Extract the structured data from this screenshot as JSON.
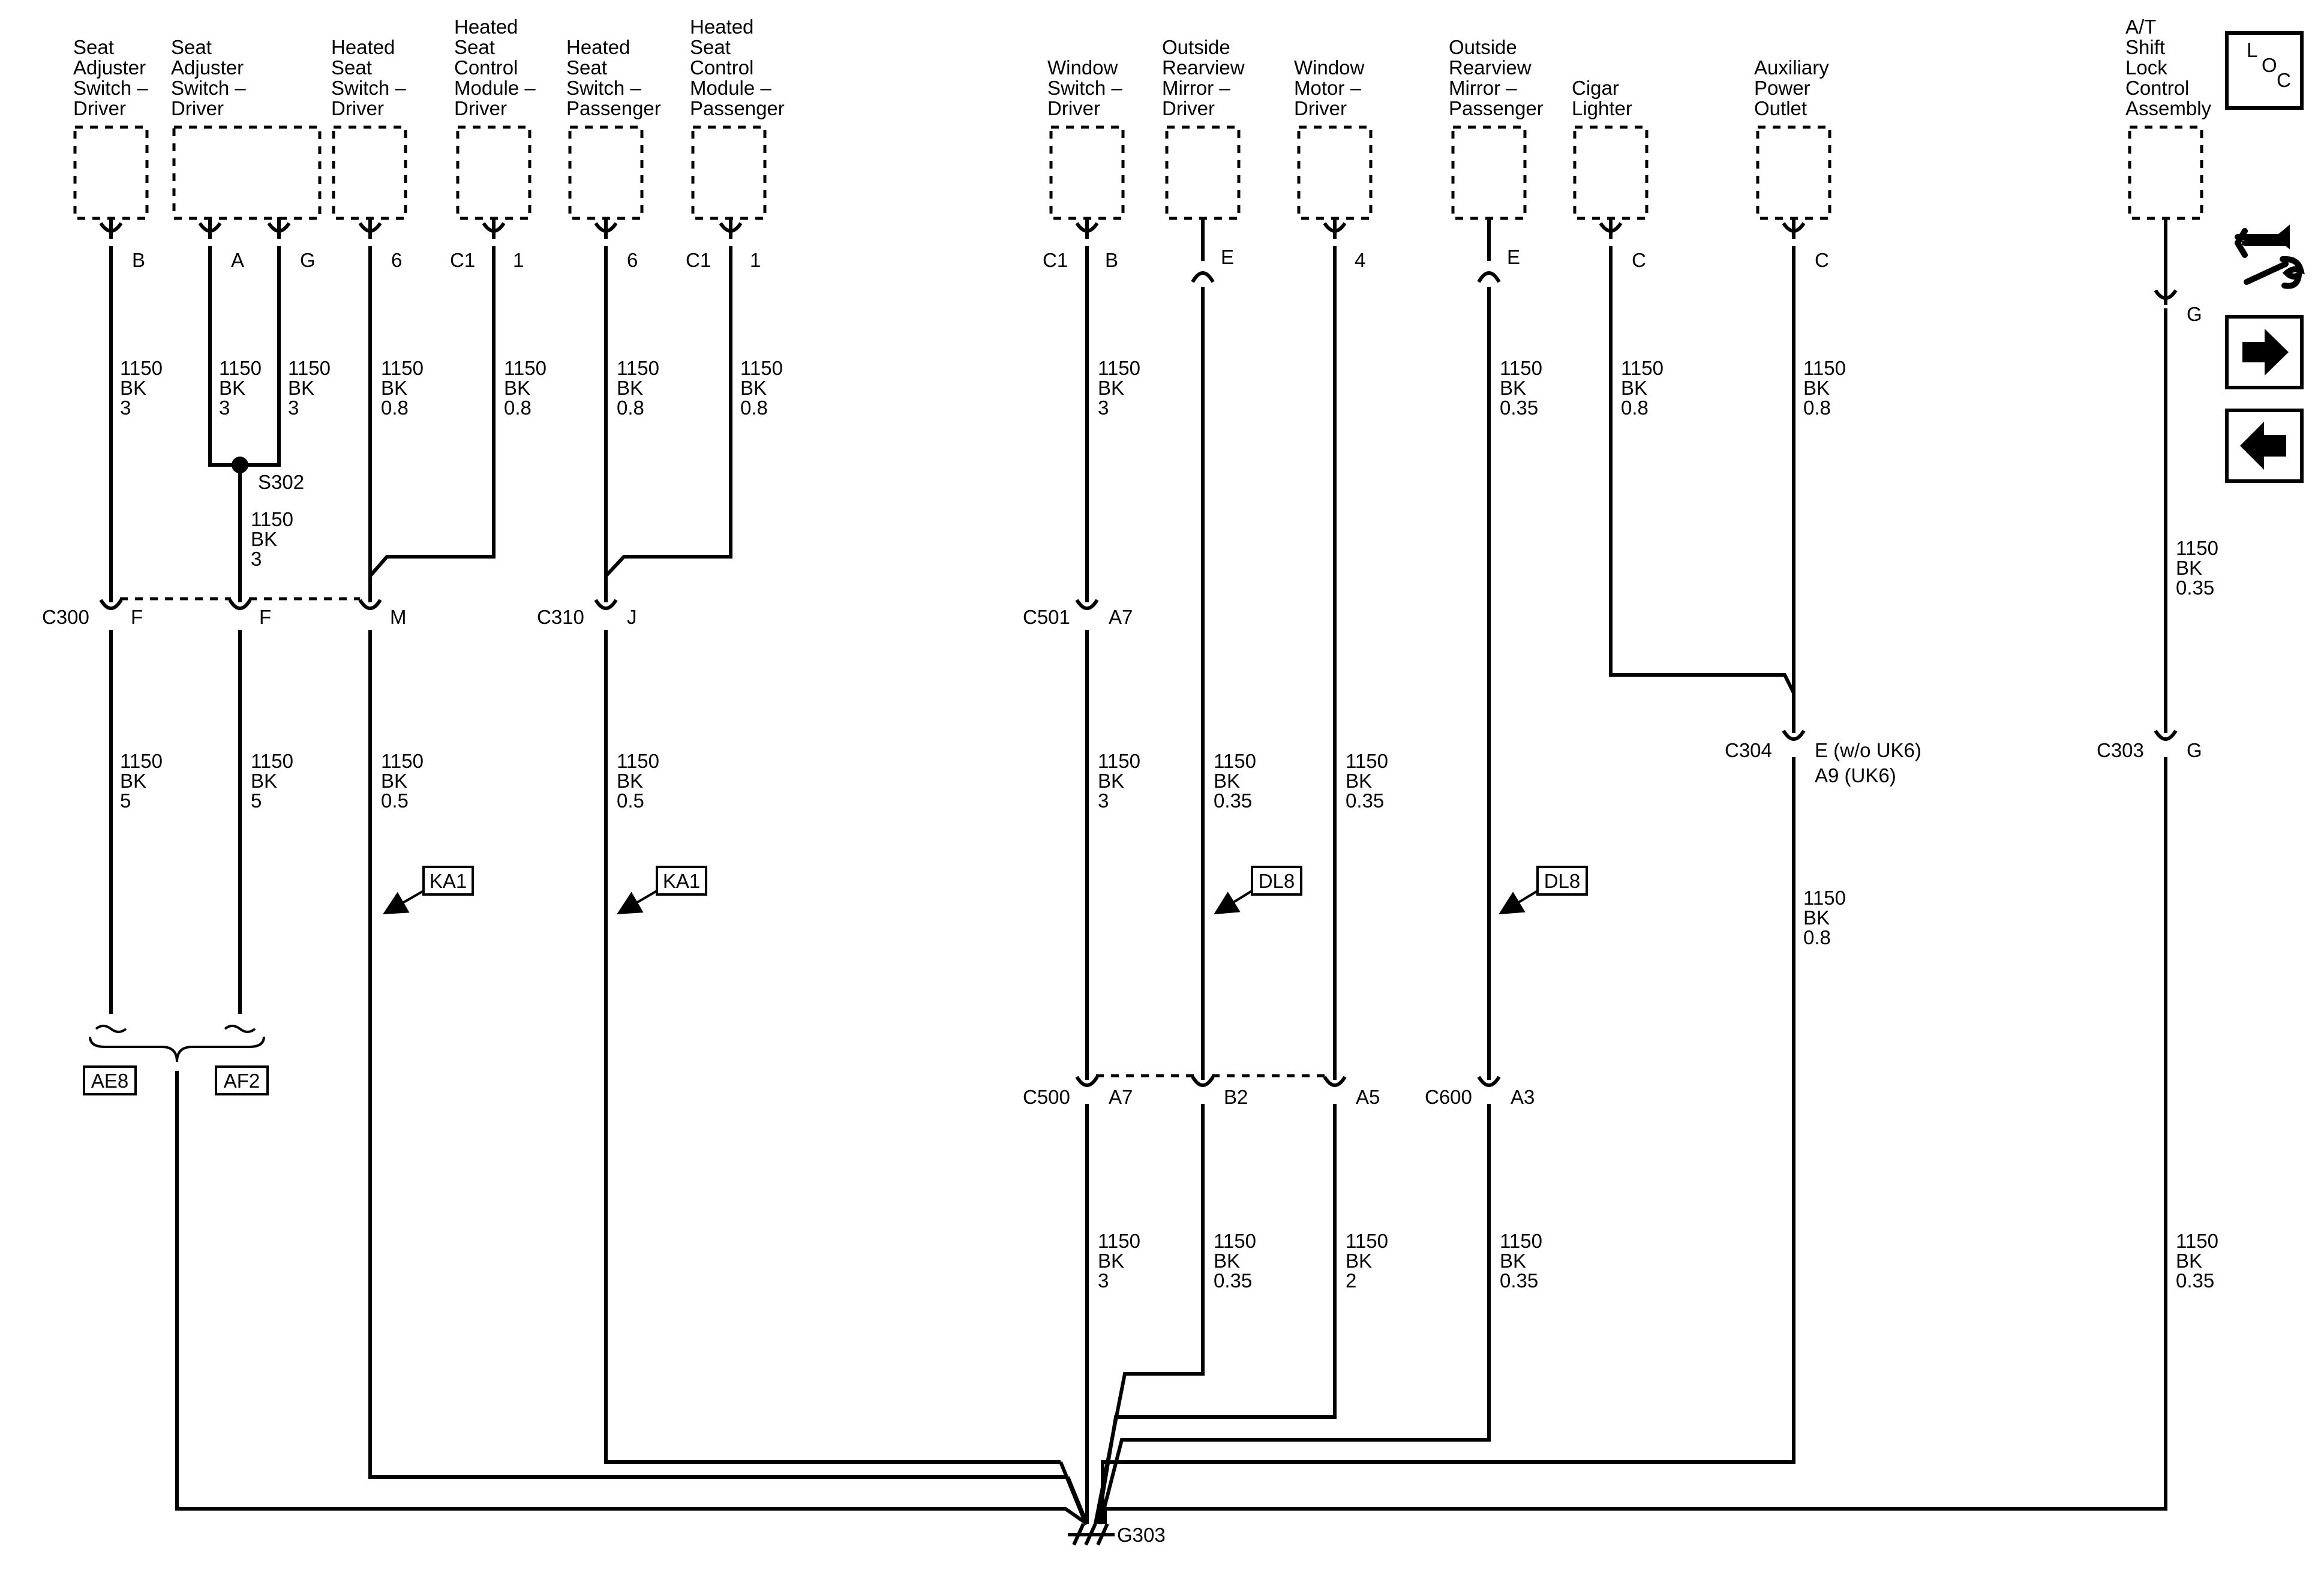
{
  "components": [
    {
      "id": "seat-adj-1",
      "label": [
        "Seat",
        "Adjuster",
        "Switch –",
        "Driver"
      ]
    },
    {
      "id": "seat-adj-2",
      "label": [
        "Seat",
        "Adjuster",
        "Switch –",
        "Driver"
      ]
    },
    {
      "id": "heated-seat-sw-drv",
      "label": [
        "Heated",
        "Seat",
        "Switch –",
        "Driver"
      ]
    },
    {
      "id": "heated-seat-mod-drv",
      "label": [
        "Heated",
        "Seat",
        "Control",
        "Module –",
        "Driver"
      ]
    },
    {
      "id": "heated-seat-sw-pass",
      "label": [
        "Heated",
        "Seat",
        "Switch –",
        "Passenger"
      ]
    },
    {
      "id": "heated-seat-mod-pass",
      "label": [
        "Heated",
        "Seat",
        "Control",
        "Module –",
        "Passenger"
      ]
    },
    {
      "id": "window-sw-drv",
      "label": [
        "Window",
        "Switch –",
        "Driver"
      ]
    },
    {
      "id": "mirror-drv",
      "label": [
        "Outside",
        "Rearview",
        "Mirror –",
        "Driver"
      ]
    },
    {
      "id": "window-motor-drv",
      "label": [
        "Window",
        "Motor –",
        "Driver"
      ]
    },
    {
      "id": "mirror-pass",
      "label": [
        "Outside",
        "Rearview",
        "Mirror –",
        "Passenger"
      ]
    },
    {
      "id": "cigar-lighter",
      "label": [
        "Cigar",
        "Lighter"
      ]
    },
    {
      "id": "aux-power",
      "label": [
        "Auxiliary",
        "Power",
        "Outlet"
      ]
    },
    {
      "id": "shift-lock",
      "label": [
        "A/T",
        "Shift",
        "Lock",
        "Control",
        "Assembly"
      ]
    }
  ],
  "pins": [
    "B",
    "A",
    "G",
    "6",
    "C1",
    "1",
    "6",
    "C1",
    "1",
    "C1",
    "B",
    "E",
    "4",
    "E",
    "C",
    "C",
    "G"
  ],
  "wire_specs": [
    [
      "1150",
      "BK",
      "3"
    ],
    [
      "1150",
      "BK",
      "3"
    ],
    [
      "1150",
      "BK",
      "3"
    ],
    [
      "1150",
      "BK",
      "0.8"
    ],
    [
      "1150",
      "BK",
      "0.8"
    ],
    [
      "1150",
      "BK",
      "0.8"
    ],
    [
      "1150",
      "BK",
      "0.8"
    ],
    [
      "1150",
      "BK",
      "3"
    ],
    [
      "1150",
      "BK",
      "0.35"
    ],
    [
      "1150",
      "BK",
      "0.8"
    ],
    [
      "1150",
      "BK",
      "0.8"
    ],
    [
      "1150",
      "BK",
      "3"
    ],
    [
      "1150",
      "BK",
      "0.35"
    ],
    [
      "1150",
      "BK",
      "5"
    ],
    [
      "1150",
      "BK",
      "5"
    ],
    [
      "1150",
      "BK",
      "0.5"
    ],
    [
      "1150",
      "BK",
      "0.5"
    ],
    [
      "1150",
      "BK",
      "3"
    ],
    [
      "1150",
      "BK",
      "0.35"
    ],
    [
      "1150",
      "BK",
      "0.35"
    ],
    [
      "1150",
      "BK",
      "0.8"
    ],
    [
      "1150",
      "BK",
      "3"
    ],
    [
      "1150",
      "BK",
      "0.35"
    ],
    [
      "1150",
      "BK",
      "2"
    ],
    [
      "1150",
      "BK",
      "0.35"
    ],
    [
      "1150",
      "BK",
      "0.35"
    ]
  ],
  "splice": "S302",
  "connectors": [
    "C300",
    "C310",
    "C501",
    "C304",
    "C303",
    "C500",
    "C600"
  ],
  "connector_pins": [
    "F",
    "F",
    "M",
    "J",
    "A7",
    "G",
    "A7",
    "B2",
    "A5",
    "A3"
  ],
  "c304_pin_lines": [
    "E (w/o UK6)",
    "A9 (UK6)"
  ],
  "option_refs": [
    "KA1",
    "KA1",
    "DL8",
    "DL8",
    "AE8",
    "AF2"
  ],
  "ground": "G303",
  "nav": {
    "loc_letters": [
      "L",
      "O",
      "C"
    ]
  }
}
